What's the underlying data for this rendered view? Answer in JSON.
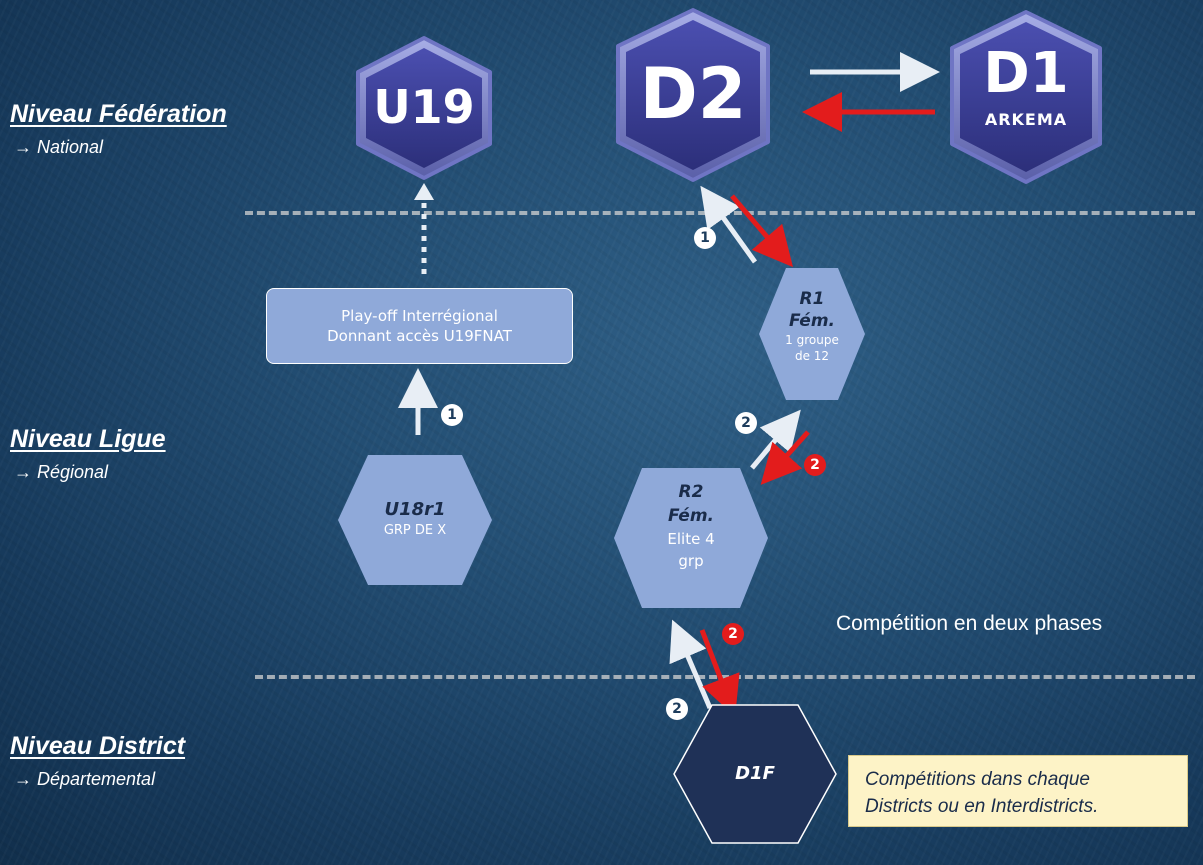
{
  "levels": {
    "federation": {
      "title": "Niveau Fédération",
      "sub": "→ National"
    },
    "ligue": {
      "title": "Niveau Ligue",
      "sub": "→ Régional"
    },
    "district": {
      "title": "Niveau District",
      "sub": "→ Départemental"
    }
  },
  "logos": {
    "u19": "U19",
    "d2": "D2",
    "d1": "D1",
    "d1_sub": "ARKEMA"
  },
  "playoff": {
    "line1": "Play-off Interrégional",
    "line2": "Donnant accès U19FNAT"
  },
  "hexes": {
    "r1": {
      "title1": "R1",
      "title2": "Fém.",
      "line1": "1 groupe",
      "line2": "de 12"
    },
    "r2": {
      "title1": "R2",
      "title2": "Fém.",
      "line1": "Elite 4",
      "line2": "grp"
    },
    "u18": {
      "title": "U18r1",
      "line1": "GRP DE X"
    },
    "d1f": {
      "title": "D1F"
    }
  },
  "badges": {
    "u18_up": "1",
    "d2_r1_up": "1",
    "r2_r1_up": "2",
    "r1_r2_down": "2",
    "r2_d1f_down": "2",
    "d1f_r2_up": "2"
  },
  "note": "Compétition en deux phases",
  "callout": {
    "line1": "Compétitions dans chaque",
    "line2": "Districts ou en Interdistricts."
  },
  "colors": {
    "hex_fill": "#8fa9d9",
    "hex_dark": "#1f3157",
    "promotion_arrow": "#e8eef5",
    "relegation_arrow": "#e31c1c",
    "logo_fill": "#3a3f97",
    "callout_bg": "#fdf3c7"
  }
}
